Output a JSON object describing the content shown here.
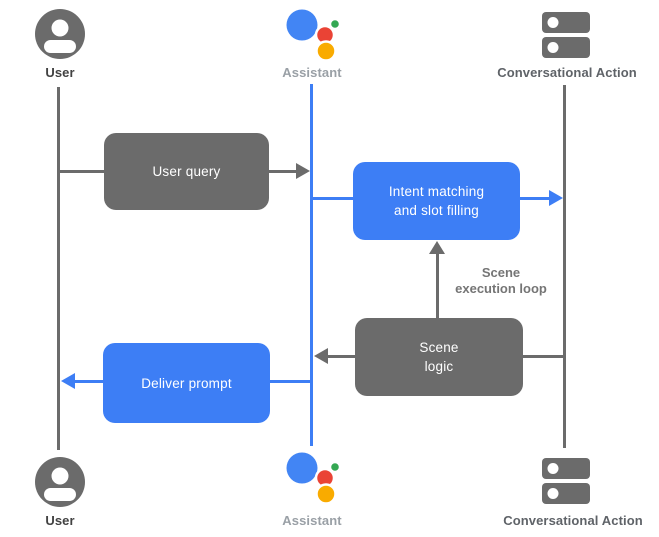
{
  "labels": {
    "user_top": "User",
    "assistant_top": "Assistant",
    "action_top": "Conversational Action",
    "user_bottom": "User",
    "assistant_bottom": "Assistant",
    "action_bottom": "Conversational Action"
  },
  "boxes": {
    "user_query": {
      "text": "User query"
    },
    "intent_matching": {
      "line1": "Intent matching",
      "line2": "and slot filling"
    },
    "scene_logic": {
      "line1": "Scene",
      "line2": "logic"
    },
    "deliver_prompt": {
      "text": "Deliver prompt"
    }
  },
  "annotations": {
    "scene_execution_loop": {
      "line1": "Scene",
      "line2": "execution loop"
    }
  },
  "icons": {
    "user": "user-avatar-icon",
    "assistant": "google-assistant-icon",
    "action": "server-stack-icon"
  },
  "colors": {
    "gray": "#6B6B6B",
    "blue": "#3D7EF5",
    "assistant_blue": "#4285F4",
    "assistant_red": "#EA4335",
    "assistant_green": "#34A853",
    "assistant_orange": "#F9AB00",
    "label_dark": "#424242",
    "label_light": "#9AA0A6",
    "label_medium": "#5F6368",
    "annotation_gray": "#757575",
    "box_text": "#FFFFFF"
  }
}
